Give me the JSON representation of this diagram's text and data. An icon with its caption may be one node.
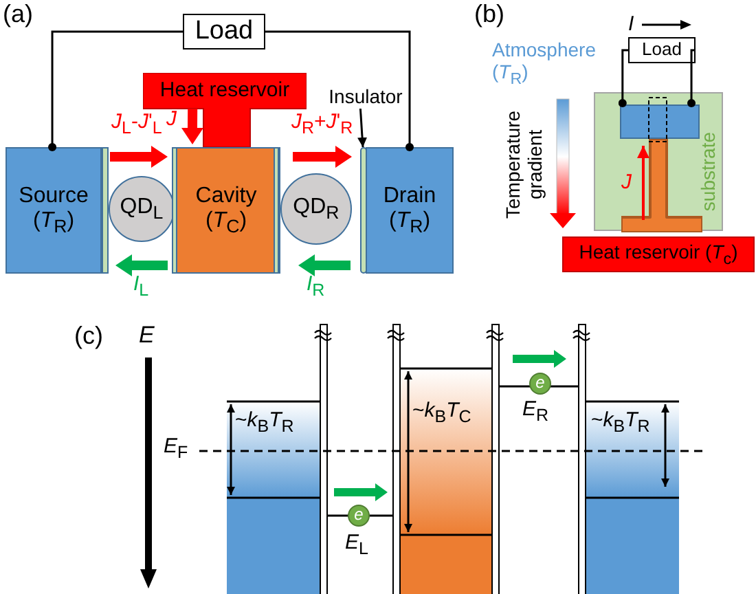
{
  "diagram": {
    "nodes": [
      {
        "text": [
          "Load"
        ]
      },
      {
        "text": [
          "Heat reservoir"
        ]
      },
      {
        "text": [
          "Source (*T*$_{R}$)"
        ]
      },
      {
        "text": [
          "QD$_{L}$"
        ]
      },
      {
        "text": [
          "Cavity (*T*$_{C}$)"
        ]
      },
      {
        "text": [
          "QD$_{R}$"
        ]
      },
      {
        "text": [
          "Drain (*T*$_{R}$)"
        ]
      },
      {
        "text": [
          "Insulator"
        ]
      },
      {
        "text": [],
        "shape": "bar"
      },
      {
        "text": [
          "Load"
        ]
      },
      {
        "text": [
          "Heat reservoir (*T*$_{c}$)"
        ]
      },
      {
        "text": [
          "substrate"
        ]
      },
      {
        "text": [],
        "shape": "box",
        "in": 11
      },
      {
        "text": [],
        "shape": "bar",
        "in": 11
      },
      {
        "text": [
          "e"
        ]
      },
      {
        "text": [
          "e"
        ]
      }
    ],
    "edges": [
      {
        "from": 0,
        "to": 2,
        "arrow": "other"
      },
      {
        "from": 0,
        "to": 6,
        "arrow": "other"
      },
      {
        "from": 7,
        "to": 8,
        "arrow": "to"
      },
      {
        "from": 9,
        "to": 12,
        "arrow": "other"
      },
      {
        "from": 9,
        "to": 12,
        "arrow": "other"
      },
      {
        "from": 2,
        "to": 4,
        "arrow": "to",
        "label": "*J*$_{L}$-*J*'$_{L}$",
        "style": "thick",
        "color": "#ff0000"
      },
      {
        "from": 1,
        "to": 4,
        "arrow": "to",
        "label": "*J*",
        "style": "thick",
        "color": "#ff0000"
      },
      {
        "from": 4,
        "to": 6,
        "arrow": "to",
        "label": "*J*$_{R}$+*J*'$_{R}$",
        "style": "thick",
        "color": "#ff0000"
      },
      {
        "from": 4,
        "to": 2,
        "arrow": "to",
        "label": "*I*$_{L}$",
        "style": "thick",
        "color": "#00b050"
      },
      {
        "from": 6,
        "to": 4,
        "arrow": "to",
        "label": "*I*$_{R}$",
        "style": "thick",
        "color": "#00b050"
      },
      {
        "from": 13,
        "to": 12,
        "arrow": "to",
        "label": "*J*",
        "color": "#ff0000"
      }
    ],
    "labels": [
      "(a)",
      "(b)",
      "*I*",
      "Atmosphere (*T*$_{R}$)",
      "Temperature gradient",
      "(c)",
      "*E*",
      "~*k*$_{B}$*T*$_{R}$",
      "*E*$_{F}$",
      "~*k*$_{B}$*T*$_{C}$",
      "*E*$_{R}$",
      "*E*$_{L}$",
      "~*k*$_{B}$*T*$_{R}$"
    ]
  }
}
